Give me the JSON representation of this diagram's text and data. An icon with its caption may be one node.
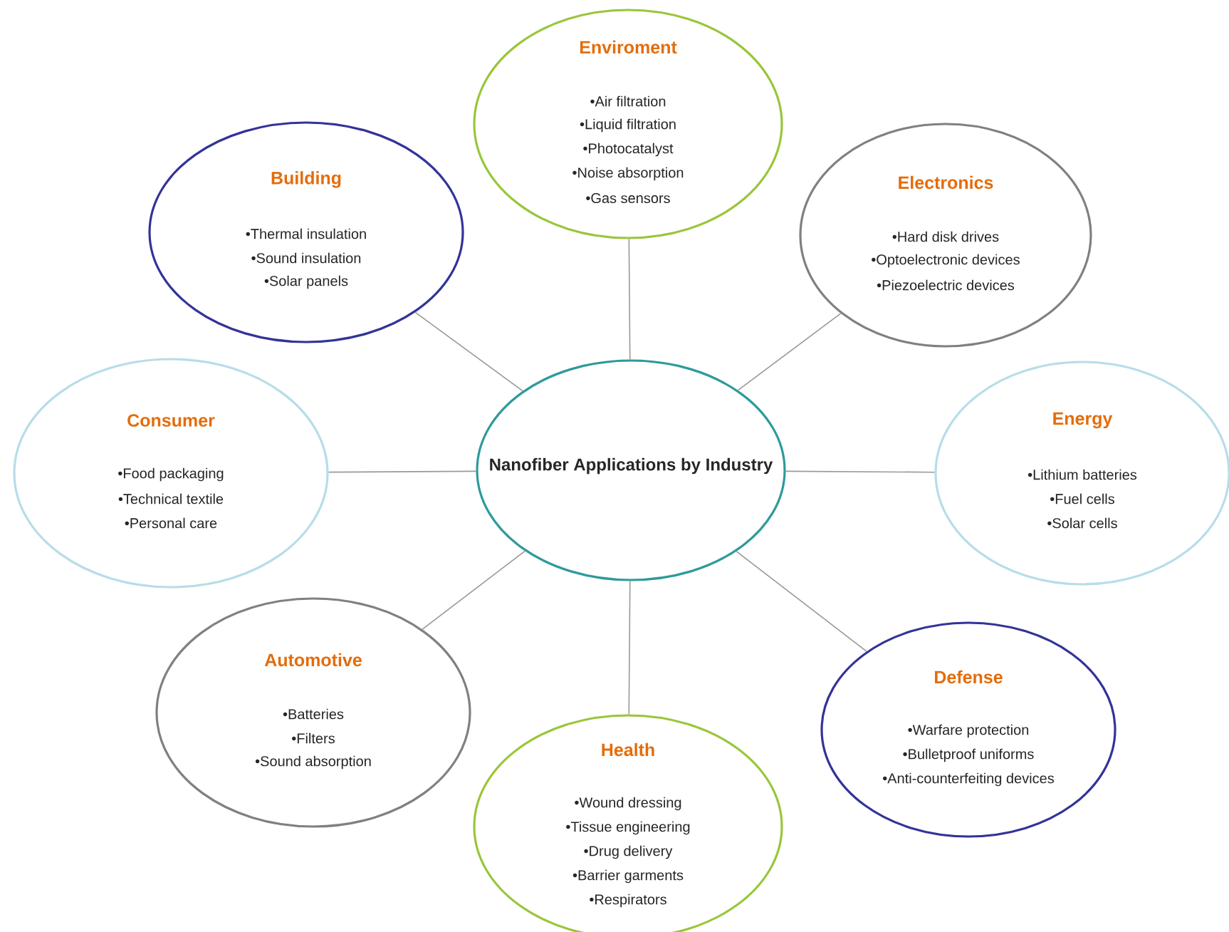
{
  "diagram": {
    "nodes": [
      {
        "text": [
          "Nanofiber Applications by Industry"
        ]
      },
      {
        "text": [
          "Enviroment",
          "•Air filtration",
          "•Liquid filtration",
          "•Photocatalyst",
          "•Noise absorption",
          "•Gas sensors"
        ]
      },
      {
        "text": [
          "Building",
          "•Thermal insulation",
          "•Sound insulation",
          "•Solar panels"
        ]
      },
      {
        "text": [
          "Electronics",
          "•Hard disk drives",
          "•Optoelectronic devices",
          "•Piezoelectric devices"
        ]
      },
      {
        "text": [
          "Consumer",
          "•Food packaging",
          "•Technical textile",
          "•Personal care"
        ]
      },
      {
        "text": [
          "Energy",
          "•Lithium batteries",
          "•Fuel cells",
          "•Solar cells"
        ]
      },
      {
        "text": [
          "Automotive",
          "•Batteries",
          "•Filters",
          "•Sound absorption"
        ]
      },
      {
        "text": [
          "Defense",
          "•Warfare protection",
          "•Bulletproof uniforms",
          "•Anti-counterfeiting devices"
        ]
      },
      {
        "text": [
          "Health",
          "•Wound dressing",
          "•Tissue engineering",
          "•Drug delivery",
          "•Barrier garments",
          "•Respirators"
        ]
      }
    ],
    "edges": [
      {
        "from": 0,
        "to": 1,
        "arrow": "none"
      },
      {
        "from": 0,
        "to": 2,
        "arrow": "none"
      },
      {
        "from": 0,
        "to": 3,
        "arrow": "none"
      },
      {
        "from": 0,
        "to": 4,
        "arrow": "none"
      },
      {
        "from": 0,
        "to": 5,
        "arrow": "none"
      },
      {
        "from": 0,
        "to": 6,
        "arrow": "none"
      },
      {
        "from": 0,
        "to": 7,
        "arrow": "none"
      },
      {
        "from": 0,
        "to": 8,
        "arrow": "none"
      }
    ]
  }
}
